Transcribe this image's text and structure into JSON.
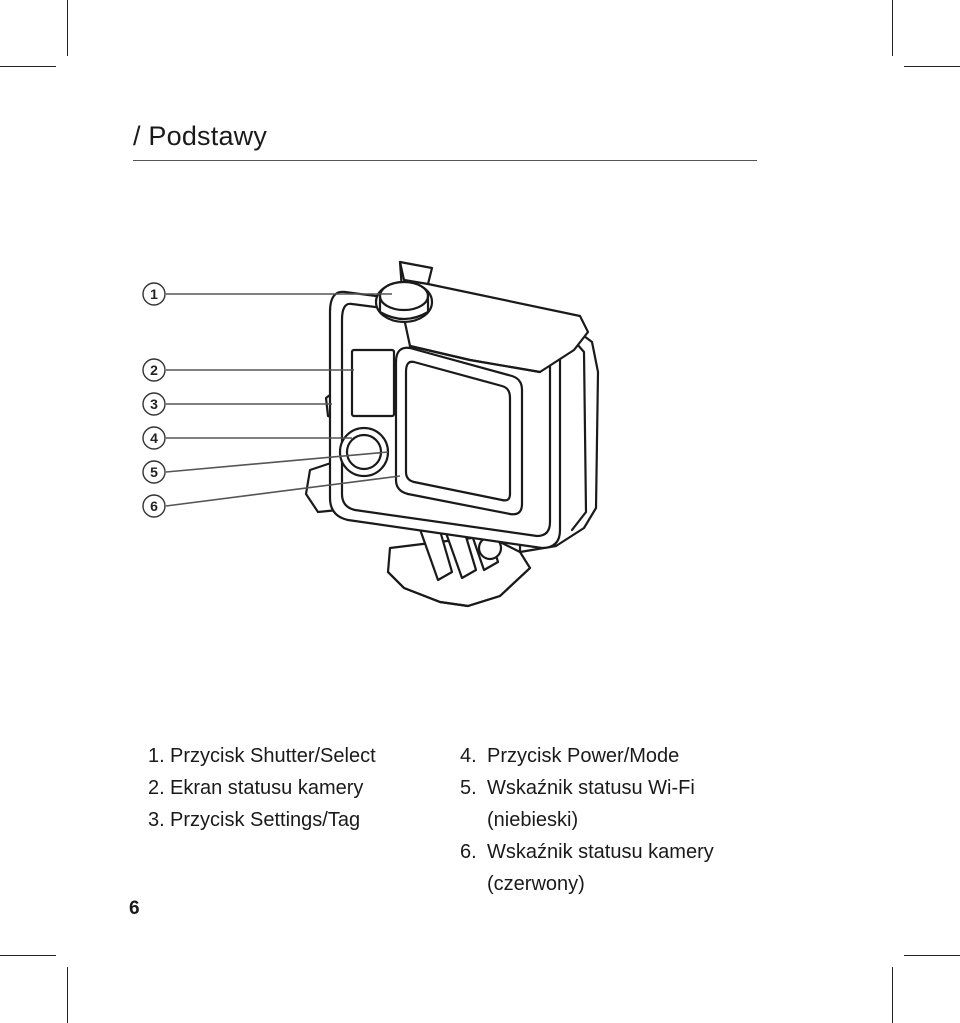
{
  "page": {
    "title": "/ Podstawy",
    "page_number": "6"
  },
  "callouts": [
    "1",
    "2",
    "3",
    "4",
    "5",
    "6"
  ],
  "legend_left": [
    {
      "num": "1.",
      "label": "Przycisk Shutter/Select"
    },
    {
      "num": "2.",
      "label": "Ekran statusu kamery"
    },
    {
      "num": "3.",
      "label": "Przycisk Settings/Tag"
    }
  ],
  "legend_right": [
    {
      "num": "4.",
      "label": "Przycisk Power/Mode"
    },
    {
      "num": "5.",
      "label": "Wskaźnik statusu Wi-Fi (niebieski)"
    },
    {
      "num": "6.",
      "label": "Wskaźnik statusu kamery (czerwony)"
    }
  ]
}
